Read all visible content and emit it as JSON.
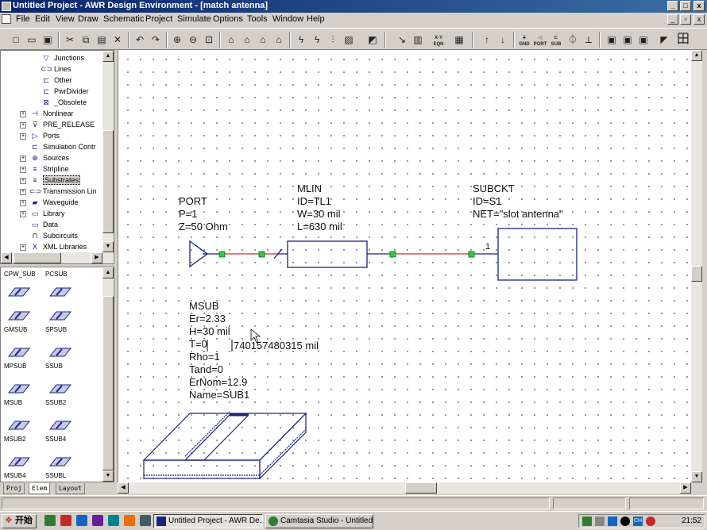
{
  "window": {
    "title": "Untitled Project - AWR Design Environment - [match antenna]"
  },
  "menu": {
    "items": [
      "File",
      "Edit",
      "View",
      "Draw",
      "Schematic",
      "Project",
      "Simulate",
      "Options",
      "Tools",
      "Window",
      "Help"
    ]
  },
  "toolbar": {
    "labels": [
      "X-Y",
      "EQN",
      "GND",
      "PORT",
      "SUB"
    ]
  },
  "tree": {
    "items": [
      {
        "label": "Junctions",
        "icon": "junction-icon",
        "expander": ""
      },
      {
        "label": "Lines",
        "icon": "line-icon",
        "expander": ""
      },
      {
        "label": "Other",
        "icon": "other-icon",
        "expander": ""
      },
      {
        "label": "PwrDivider",
        "icon": "divider-icon",
        "expander": ""
      },
      {
        "label": "_Obsolete",
        "icon": "obsolete-icon",
        "expander": ""
      },
      {
        "label": "Nonlinear",
        "icon": "nonlinear-icon",
        "expander": "+"
      },
      {
        "label": "PRE_RELEASE",
        "icon": "pre-release-icon",
        "expander": "+"
      },
      {
        "label": "Ports",
        "icon": "port-icon",
        "expander": "+"
      },
      {
        "label": "Simulation Contr",
        "icon": "sim-control-icon",
        "expander": ""
      },
      {
        "label": "Sources",
        "icon": "source-icon",
        "expander": "+"
      },
      {
        "label": "Stripline",
        "icon": "stripline-icon",
        "expander": "+"
      },
      {
        "label": "Substrates",
        "icon": "substrate-icon",
        "expander": "+",
        "selected": true
      },
      {
        "label": "Transmission Lin",
        "icon": "tline-icon",
        "expander": "+"
      },
      {
        "label": "Waveguide",
        "icon": "waveguide-icon",
        "expander": "+"
      },
      {
        "label": "Library",
        "icon": "folder-icon",
        "expander": "+"
      },
      {
        "label": "Data",
        "icon": "folder-icon",
        "expander": ""
      },
      {
        "label": "Subcircuits",
        "icon": "subcircuit-icon",
        "expander": ""
      },
      {
        "label": "XML Libraries",
        "icon": "xml-icon",
        "expander": "+"
      }
    ]
  },
  "elements": {
    "items": [
      "CPW_SUB",
      "PCSUB",
      "GMSUB",
      "SPSUB",
      "MPSUB",
      "SSUB",
      "MSUB",
      "SSUB2",
      "MSUB2",
      "SSUB4",
      "MSUB4",
      "SSUBL"
    ]
  },
  "tabs": [
    "Proj",
    "Elem",
    "Layout"
  ],
  "schematic": {
    "port": {
      "lines": [
        "PORT",
        "P=1",
        "Z=50 Ohm"
      ]
    },
    "mlin": {
      "lines": [
        "MLIN",
        "ID=TL1",
        "W=30 mil",
        "L=630 mil"
      ]
    },
    "subckt": {
      "lines": [
        "SUBCKT",
        "ID=S1",
        "NET=\"slot antenna\""
      ],
      "pin": "1"
    },
    "msub": {
      "lines": [
        "MSUB",
        "Er=2.33",
        "H=30 mil",
        "T=0",
        "Rho=1",
        "Tand=0",
        "ErNom=12.9",
        "Name=SUB1"
      ],
      "edit_suffix": "740157480315 mil"
    }
  },
  "taskbar": {
    "start": "开始",
    "tasks": [
      "Untitled Project - AWR De...",
      "Camtasia Studio - Untitled..."
    ],
    "clock": "21:52",
    "lang": "CH"
  },
  "colors": {
    "title_start": "#0a246a",
    "wire": "#c0392b",
    "node": "#2ecc40",
    "component": "#1a237e"
  }
}
